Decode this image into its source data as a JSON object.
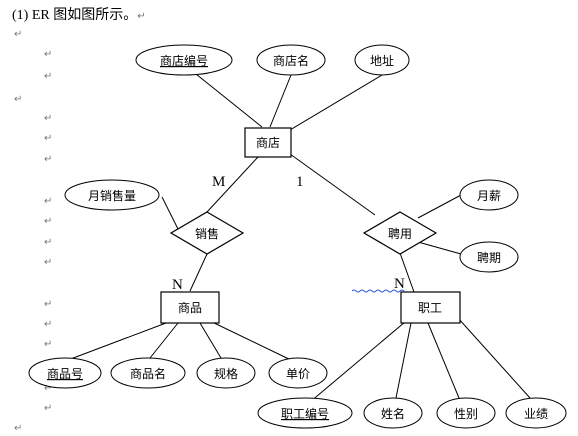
{
  "heading": "(1) ER 图如图所示。",
  "paragraph_mark": "↵",
  "entities": {
    "store": "商店",
    "product": "商品",
    "employee": "职工"
  },
  "relationships": {
    "sells": "销售",
    "employs": "聘用"
  },
  "attributes": {
    "store_id": "商店编号",
    "store_name": "商店名",
    "address": "地址",
    "monthly_sales": "月销售量",
    "monthly_salary": "月薪",
    "hire_period": "聘期",
    "product_id": "商品号",
    "product_name": "商品名",
    "spec": "规格",
    "unit_price": "单价",
    "employee_id": "职工编号",
    "name": "姓名",
    "gender": "性别",
    "performance": "业绩"
  },
  "cardinalities": {
    "store_sells": "M",
    "sells_product": "N",
    "store_employs": "1",
    "employs_employee": "N"
  },
  "colors": {
    "line": "#000000",
    "mark": "#777777",
    "squiggle": "#3355dd"
  }
}
